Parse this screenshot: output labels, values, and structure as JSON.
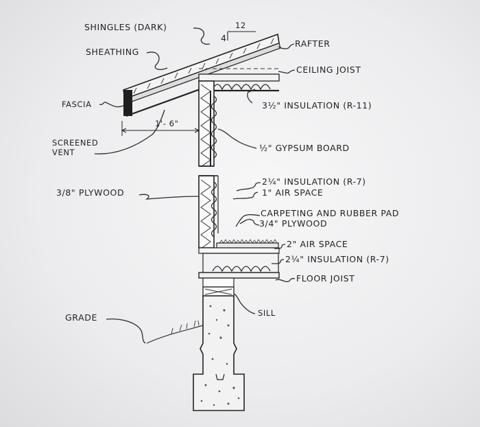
{
  "labels": {
    "shingles": "SHINGLES (DARK)",
    "sheathing": "SHEATHING",
    "fascia": "FASCIA",
    "screened_vent_1": "SCREENED",
    "screened_vent_2": "VENT",
    "plywood_38": "3/8\" PLYWOOD",
    "grade": "GRADE",
    "rafter": "RAFTER",
    "ceiling_joist": "CEILING JOIST",
    "insulation_r11": "3½\" INSULATION (R-11)",
    "gypsum": "½\" GYPSUM BOARD",
    "insulation_r7_wall": "2¼\" INSULATION (R-7)",
    "air_space_1": "1\" AIR SPACE",
    "carpeting": "CARPETING AND RUBBER PAD",
    "plywood_34": "3/4\" PLYWOOD",
    "air_space_2": "2\" AIR SPACE",
    "insulation_r7_floor": "2¼\" INSULATION (R-7)",
    "floor_joist": "FLOOR JOIST",
    "sill": "SILL",
    "overhang_dim": "1'- 6\"",
    "pitch_rise": "4",
    "pitch_run": "12"
  }
}
